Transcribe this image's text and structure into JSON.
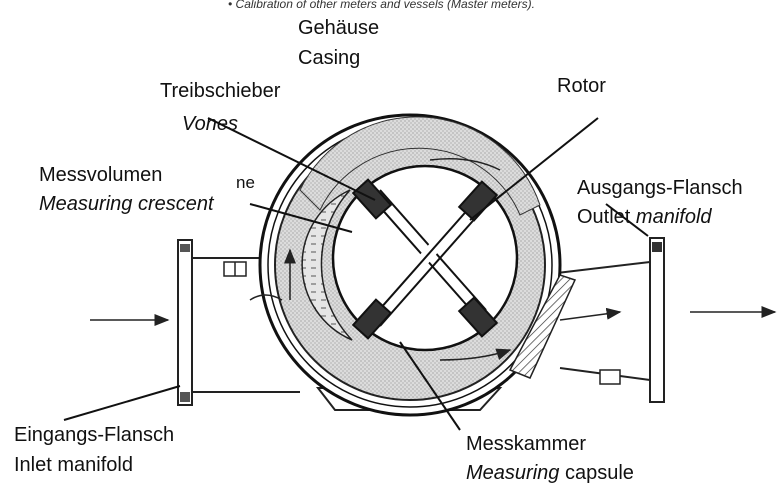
{
  "caption": "• Calibration of other meters and vessels (Master meters).",
  "labels": {
    "gehaeuse": "Gehäuse",
    "casing": "Casing",
    "treibschieber": "Treibschieber",
    "vanes": "Vones",
    "rotor": "Rotor",
    "messvolumen": "Messvolumen",
    "measuring": "Measuring",
    "crescent": "crescent",
    "ausgang": "Ausgangs-Flansch",
    "outlet": "Outlet",
    "manifold": "manifold",
    "eingang": "Eingangs-Flansch",
    "inlet": "Inlet manifold",
    "messkammer": "Messkammer",
    "measuring2": "Measuring",
    "capsule": "capsule",
    "ne": "ne"
  }
}
